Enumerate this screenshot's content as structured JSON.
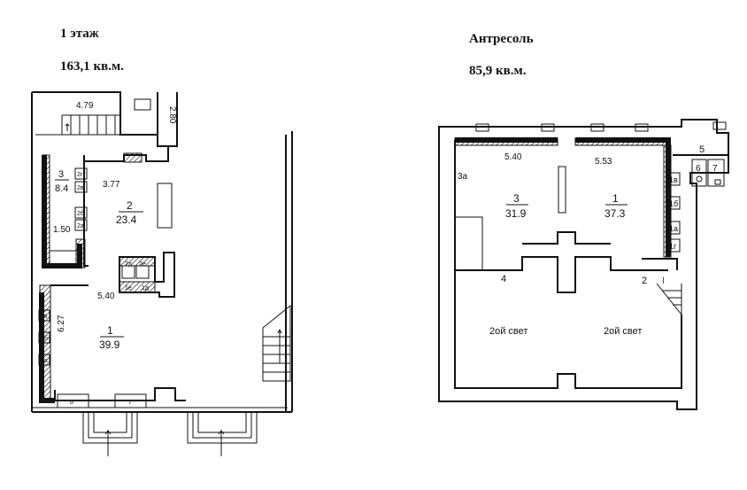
{
  "floor1": {
    "title": "1 этаж",
    "area": "163,1 кв.м.",
    "dims": {
      "d479": "4.79",
      "d280": "2.80",
      "d377": "3.77",
      "d150": "1.50",
      "d540": "5.40",
      "d627": "6.27"
    },
    "rooms": {
      "r3": {
        "num": "3",
        "area": "8.4"
      },
      "r2": {
        "num": "2",
        "area": "23.4"
      },
      "r1": {
        "num": "1",
        "area": "39.9"
      },
      "r6": "6",
      "r7": "7",
      "small": {
        "r2g": "2г",
        "r2v": "2в",
        "r2b": "2б",
        "r2a": "2а",
        "r1v": "1в",
        "r1b": "1б",
        "r1a": "1а",
        "c2d": "2д",
        "c2e": "2е",
        "c1e": "1е",
        "c1d": "1д"
      }
    }
  },
  "mezzanine": {
    "title": "Антресоль",
    "area": "85,9 кв.м.",
    "dims": {
      "d540": "5.40",
      "d553": "5.53"
    },
    "rooms": {
      "r3": {
        "num": "3",
        "area": "31.9"
      },
      "r1": {
        "num": "1",
        "area": "37.3"
      },
      "r3a": "3а",
      "r4": "4",
      "r2": "2",
      "r5": "5",
      "r6": "6",
      "r7": "7",
      "r1v": "1в",
      "r1b": "1б",
      "r1a": "1а",
      "r1g": "1г",
      "mark": "I",
      "light1": "2ой свет",
      "light2": "2ой свет"
    }
  }
}
